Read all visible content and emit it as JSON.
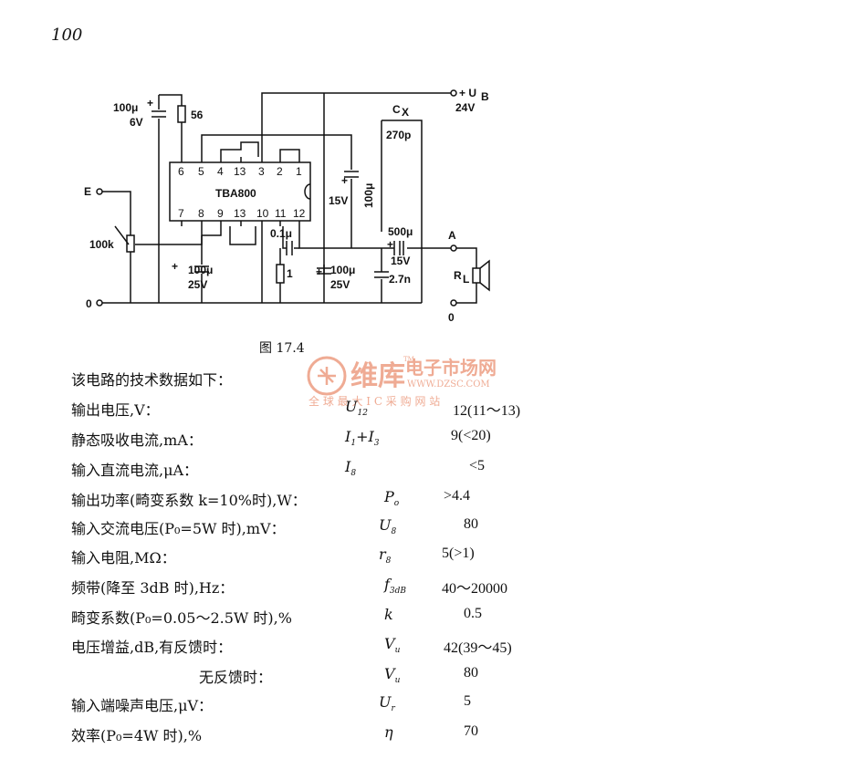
{
  "page_number": "100",
  "figure": {
    "caption": "图 17.4",
    "ic": {
      "name": "TBA800",
      "top_pins": [
        "6",
        "5",
        "4",
        "13",
        "3",
        "2",
        "1"
      ],
      "bottom_pins": [
        "7",
        "8",
        "9",
        "13",
        "10",
        "11",
        "12"
      ]
    },
    "labels": {
      "c_in": "100μ",
      "c_in_v": "6V",
      "r56": "56",
      "input_e": "E",
      "pot": "100k",
      "ground_left": "0",
      "supply_plus": "+ U",
      "supply_sub": "B",
      "supply_v": "24V",
      "cx": "C",
      "cx_sub": "X",
      "cx_v": "270p",
      "c15_v": "15V",
      "c15_val": "100μ",
      "c01": "0.1μ",
      "r1": "1",
      "c100b": "100μ",
      "c100b_v": "25V",
      "c100c": "100μ",
      "c100c_v": "25V",
      "c27": "2.7n",
      "c500": "500μ",
      "c500_v": "15V",
      "node_a": "A",
      "rl": "R",
      "rl_sub": "L",
      "ground_right": "0"
    }
  },
  "intro": "该电路的技术数据如下：",
  "rows": [
    {
      "label": "输出电压,V：",
      "sym": "U",
      "sub": "12",
      "value": "12(11～13)"
    },
    {
      "label": "静态吸收电流,mA：",
      "sym": "I",
      "sub": "1",
      "sym2": "+I",
      "sub2": "3",
      "value": "9(<20)"
    },
    {
      "label": "输入直流电流,μA：",
      "sym": "I",
      "sub": "8",
      "value": "<5"
    },
    {
      "label": "输出功率(畸变系数 k=10%时),W：",
      "sym": "P",
      "sub": "o",
      "value": ">4.4"
    },
    {
      "label": "输入交流电压(P₀=5W 时),mV：",
      "sym": "U",
      "sub": "8",
      "value": "80"
    },
    {
      "label": "输入电阻,MΩ：",
      "sym": "r",
      "sub": "8",
      "value": "5(>1)"
    },
    {
      "label": "频带(降至 3dB 时),Hz：",
      "sym": "f",
      "sub": "3dB",
      "value": "40～20000"
    },
    {
      "label": "畸变系数(P₀=0.05～2.5W 时),%",
      "sym": "k",
      "sub": "",
      "value": "0.5"
    },
    {
      "label": "电压增益,dB,有反馈时：",
      "sym": "V",
      "sub": "u",
      "value": "42(39～45)"
    },
    {
      "label": "无反馈时：",
      "sym": "V",
      "sub": "u",
      "value": "80"
    },
    {
      "label": "输入端噪声电压,μV：",
      "sym": "U",
      "sub": "r",
      "value": "5"
    },
    {
      "label": "效率(P₀=4W 时),%",
      "sym": "η",
      "sub": "",
      "value": "70"
    }
  ],
  "watermark": {
    "brand": "维库",
    "site_cn": "电子市场网",
    "url": "WWW.DZSC.COM",
    "slogan": "全 球 最 大 I C 采 购 网 站",
    "tm": "TM",
    "accent_color": "#e05a2b"
  }
}
